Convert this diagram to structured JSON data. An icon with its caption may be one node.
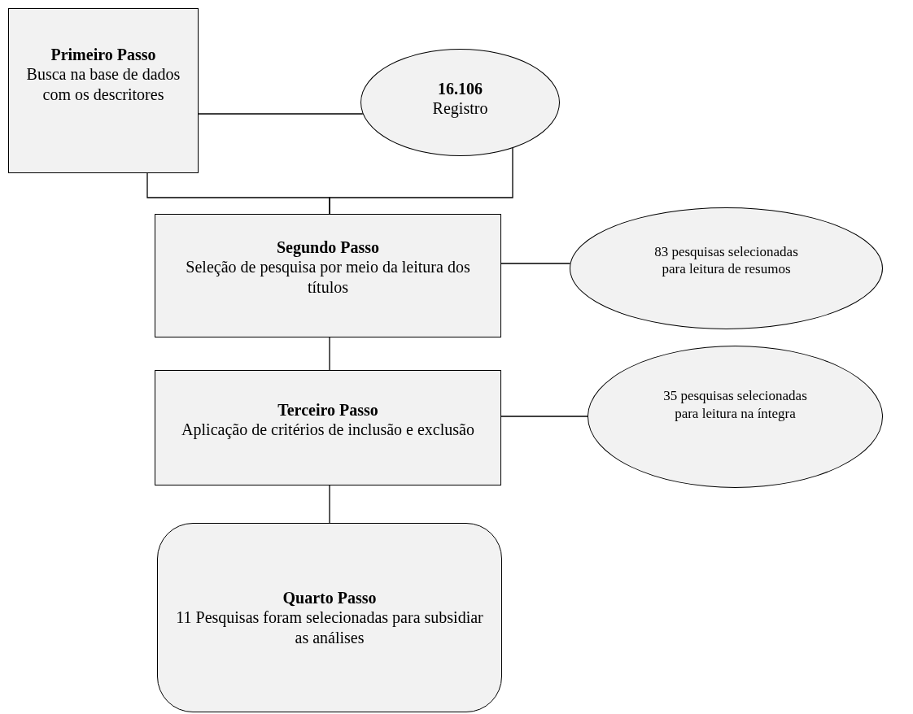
{
  "diagram": {
    "nodes": [
      {
        "text": [
          "Primeiro Passo",
          "Busca na base de dados com os descritores"
        ]
      },
      {
        "text": [
          "16.106",
          "Registro"
        ]
      },
      {
        "text": [
          "Segundo Passo",
          "Seleção de pesquisa por meio da leitura dos títulos"
        ]
      },
      {
        "text": [
          "83 pesquisas selecionadas para leitura de resumos"
        ]
      },
      {
        "text": [
          "Terceiro Passo",
          "Aplicação de critérios de inclusão e exclusão"
        ]
      },
      {
        "text": [
          "35 pesquisas selecionadas para leitura na íntegra"
        ]
      },
      {
        "text": [
          "Quarto Passo",
          "11 Pesquisas foram selecionadas para subsidiar as análises"
        ]
      }
    ],
    "edges": [
      {
        "from": 0,
        "to": 1,
        "arrow": "none"
      },
      {
        "from": 0,
        "to": 2,
        "arrow": "none"
      },
      {
        "from": 1,
        "to": 2,
        "arrow": "none"
      },
      {
        "from": 2,
        "to": 3,
        "arrow": "none"
      },
      {
        "from": 2,
        "to": 4,
        "arrow": "none"
      },
      {
        "from": 4,
        "to": 5,
        "arrow": "none"
      },
      {
        "from": 4,
        "to": 6,
        "arrow": "none"
      }
    ]
  }
}
